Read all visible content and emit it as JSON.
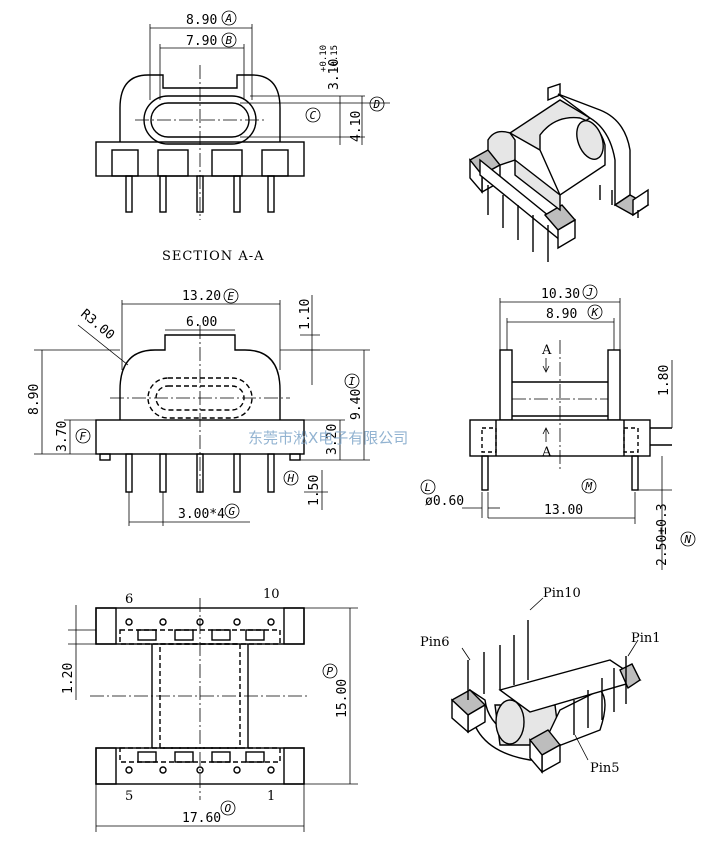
{
  "section_title": "SECTION A-A",
  "watermark": "东莞市淞X电子有限公司",
  "dimensions": {
    "A": "8.90",
    "B": "7.90",
    "C": "4.10",
    "D": "3.10",
    "D_tol_upper": "+0.10",
    "D_tol_lower": "-0.15",
    "E": "13.20",
    "top_width": "6.00",
    "top_height": "1.10",
    "radius": "R3.00",
    "side_height": "8.90",
    "I": "9.40",
    "F": "3.70",
    "H_val": "3.20",
    "pin_len": "1.50",
    "G": "3.00*4",
    "J": "10.30",
    "K": "8.90",
    "right_pin_h": "1.80",
    "L": "ø0.60",
    "M": "13.00",
    "N": "2.50±0.3",
    "P": "15.00",
    "bot_h": "1.20",
    "O": "17.60"
  },
  "circles": {
    "A": "A",
    "B": "B",
    "C": "C",
    "D": "D",
    "E": "E",
    "F": "F",
    "G": "G",
    "H": "H",
    "I": "I",
    "J": "J",
    "K": "K",
    "L": "L",
    "M": "M",
    "N": "N",
    "O": "O",
    "P": "P"
  },
  "section_marks": {
    "top": "A",
    "bottom": "A"
  },
  "pin_numbers": {
    "p6": "6",
    "p10": "10",
    "p5": "5",
    "p1": "1"
  },
  "iso_labels": {
    "pin10": "Pin10",
    "pin6": "Pin6",
    "pin1": "Pin1",
    "pin5": "Pin5"
  }
}
